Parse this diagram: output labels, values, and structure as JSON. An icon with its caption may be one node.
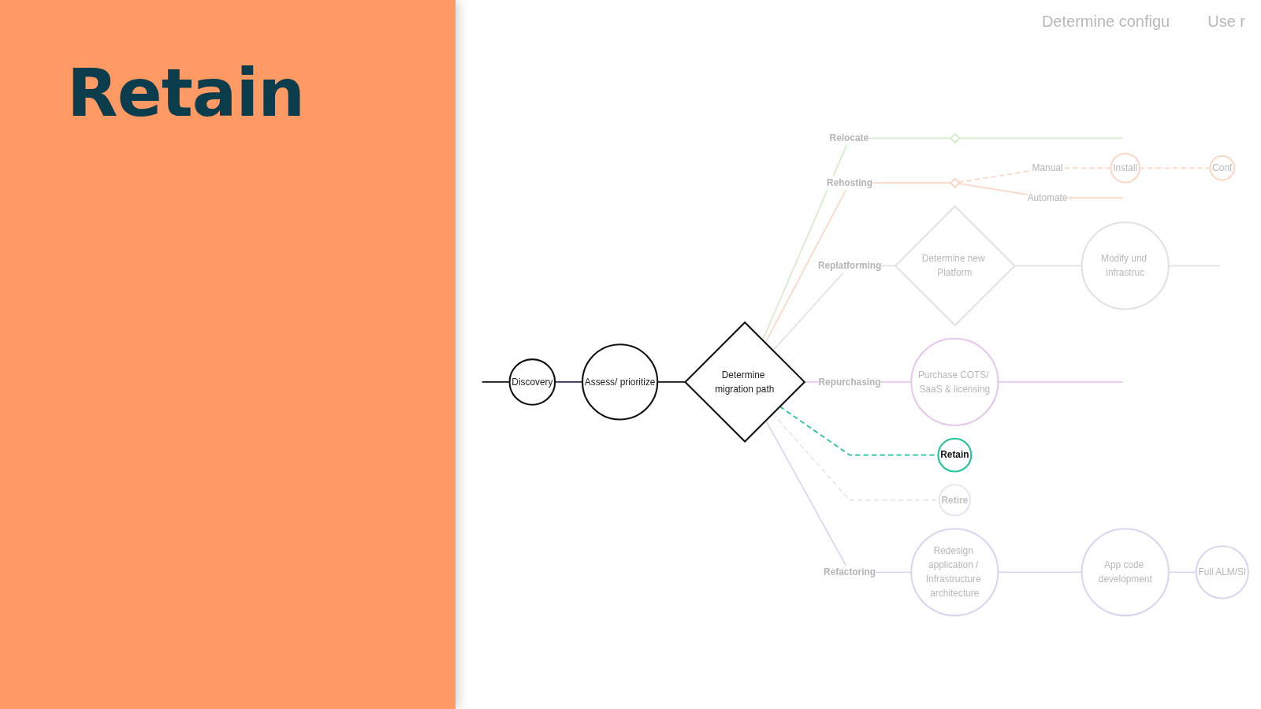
{
  "diagram": {
    "title": "Retain",
    "nodes": [
      {
        "text": [
          "Discovery"
        ]
      },
      {
        "text": [
          "Assess/ prioritize"
        ]
      },
      {
        "text": [
          "Determine migration path"
        ]
      },
      {
        "text": [],
        "shape": "diamond"
      },
      {
        "text": [],
        "shape": "diamond"
      },
      {
        "text": [
          "Install"
        ]
      },
      {
        "text": [
          "Conf"
        ]
      },
      {
        "text": [
          "Determine new Platform"
        ]
      },
      {
        "text": [
          "Modify und infrastruc"
        ]
      },
      {
        "text": [
          "Purchase COTS/ SaaS & licensing"
        ]
      },
      {
        "text": [
          "Retain"
        ]
      },
      {
        "text": [
          "Retire"
        ]
      },
      {
        "text": [
          "Redesign application / Infrastructure architecture"
        ]
      },
      {
        "text": [
          "App code development"
        ]
      },
      {
        "text": [
          "Full ALM/SI"
        ]
      }
    ],
    "edges": [
      {
        "from": null,
        "to": 0,
        "arrow": "none",
        "color": "#111111"
      },
      {
        "from": 0,
        "to": 1,
        "arrow": "none",
        "color": "#2d2b55"
      },
      {
        "from": 1,
        "to": 2,
        "arrow": "none",
        "color": "#111111"
      },
      {
        "from": 2,
        "to": 3,
        "arrow": "none",
        "label": "Relocate",
        "color": "#d5eccb"
      },
      {
        "from": 3,
        "to": null,
        "arrow": "none",
        "color": "#d5eccb"
      },
      {
        "from": 2,
        "to": 4,
        "arrow": "none",
        "label": "Rehosting",
        "color": "#fbd7c5"
      },
      {
        "from": 4,
        "to": 5,
        "arrow": "none",
        "label": "Manual",
        "style": "dashed",
        "color": "#fbd7c5"
      },
      {
        "from": 5,
        "to": 6,
        "arrow": "none",
        "style": "dashed",
        "color": "#fbd7c5"
      },
      {
        "from": 4,
        "to": null,
        "arrow": "none",
        "label": "Automate",
        "color": "#fbd7c5"
      },
      {
        "from": 2,
        "to": 7,
        "arrow": "none",
        "label": "Replatforming",
        "color": "#e2e2e2"
      },
      {
        "from": 7,
        "to": 8,
        "arrow": "none",
        "color": "#e2e2e2"
      },
      {
        "from": 8,
        "to": null,
        "arrow": "none",
        "color": "#e2e2e2"
      },
      {
        "from": 2,
        "to": 9,
        "arrow": "none",
        "label": "Repurchasing",
        "color": "#e6c8ec"
      },
      {
        "from": 9,
        "to": null,
        "arrow": "none",
        "color": "#e6c8ec"
      },
      {
        "from": 2,
        "to": 10,
        "arrow": "none",
        "style": "dashed",
        "color": "#1ec49a"
      },
      {
        "from": 2,
        "to": 11,
        "arrow": "none",
        "style": "dashed",
        "color": "#e6e6f0"
      },
      {
        "from": 2,
        "to": 12,
        "arrow": "none",
        "label": "Refactoring",
        "color": "#d9d7ef"
      },
      {
        "from": 12,
        "to": 13,
        "arrow": "none",
        "color": "#d9d7ef"
      },
      {
        "from": 13,
        "to": 14,
        "arrow": "none",
        "color": "#d9d7ef"
      }
    ],
    "labels": [
      "Determine configu",
      "Use r"
    ]
  }
}
